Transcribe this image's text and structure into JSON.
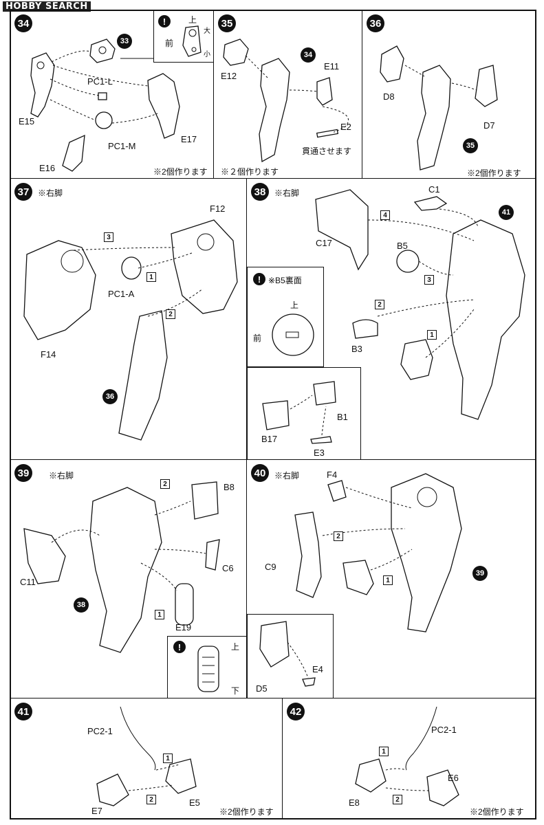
{
  "watermark": "HOBBY SEARCH",
  "steps": {
    "s34": {
      "number": "34",
      "note_twice": "※2個作ります",
      "labels": {
        "pc1l": "PC1-L",
        "pc1m": "PC1-M",
        "e15": "E15",
        "e16": "E16",
        "e17": "E17"
      },
      "ref": "33",
      "inset": {
        "front": "前",
        "top": "上",
        "large": "大",
        "small": "小"
      }
    },
    "s35": {
      "number": "35",
      "note_twice": "※２個作ります",
      "labels": {
        "e12": "E12",
        "e11": "E11",
        "e2": "E2"
      },
      "ref": "34",
      "through": "貫通させます"
    },
    "s36": {
      "number": "36",
      "note_twice": "※2個作ります",
      "labels": {
        "d8": "D8",
        "d7": "D7"
      },
      "ref": "35"
    },
    "s37": {
      "number": "37",
      "note_side": "※右脚",
      "labels": {
        "f12": "F12",
        "f14": "F14",
        "pc1a": "PC1-A"
      },
      "ref": "36",
      "nums": [
        "3",
        "1",
        "2"
      ]
    },
    "s38": {
      "number": "38",
      "note_side": "※右脚",
      "labels": {
        "c1": "C1",
        "c17": "C17",
        "b5": "B5",
        "b3": "B3",
        "b17": "B17",
        "b1": "B1",
        "e3": "E3"
      },
      "ref": "41",
      "nums": [
        "4",
        "3",
        "2",
        "1"
      ],
      "inset": {
        "title": "※B5裏面",
        "top": "上",
        "front": "前"
      }
    },
    "s39": {
      "number": "39",
      "note_side": "※右脚",
      "labels": {
        "b8": "B8",
        "c6": "C6",
        "c11": "C11",
        "e19": "E19"
      },
      "ref": "38",
      "nums": [
        "2",
        "1"
      ],
      "inset": {
        "top": "上",
        "bottom": "下"
      }
    },
    "s40": {
      "number": "40",
      "note_side": "※右脚",
      "labels": {
        "f4": "F4",
        "c9": "C9",
        "e4": "E4",
        "d5": "D5"
      },
      "ref": "39",
      "nums": [
        "2",
        "1"
      ]
    },
    "s41": {
      "number": "41",
      "note_twice": "※2個作ります",
      "labels": {
        "pc21": "PC2-1",
        "e7": "E7",
        "e5": "E5"
      },
      "nums": [
        "1",
        "2"
      ]
    },
    "s42": {
      "number": "42",
      "note_twice": "※2個作ります",
      "labels": {
        "pc21": "PC2-1",
        "e6": "E6",
        "e8": "E8"
      },
      "nums": [
        "1",
        "2"
      ]
    }
  }
}
